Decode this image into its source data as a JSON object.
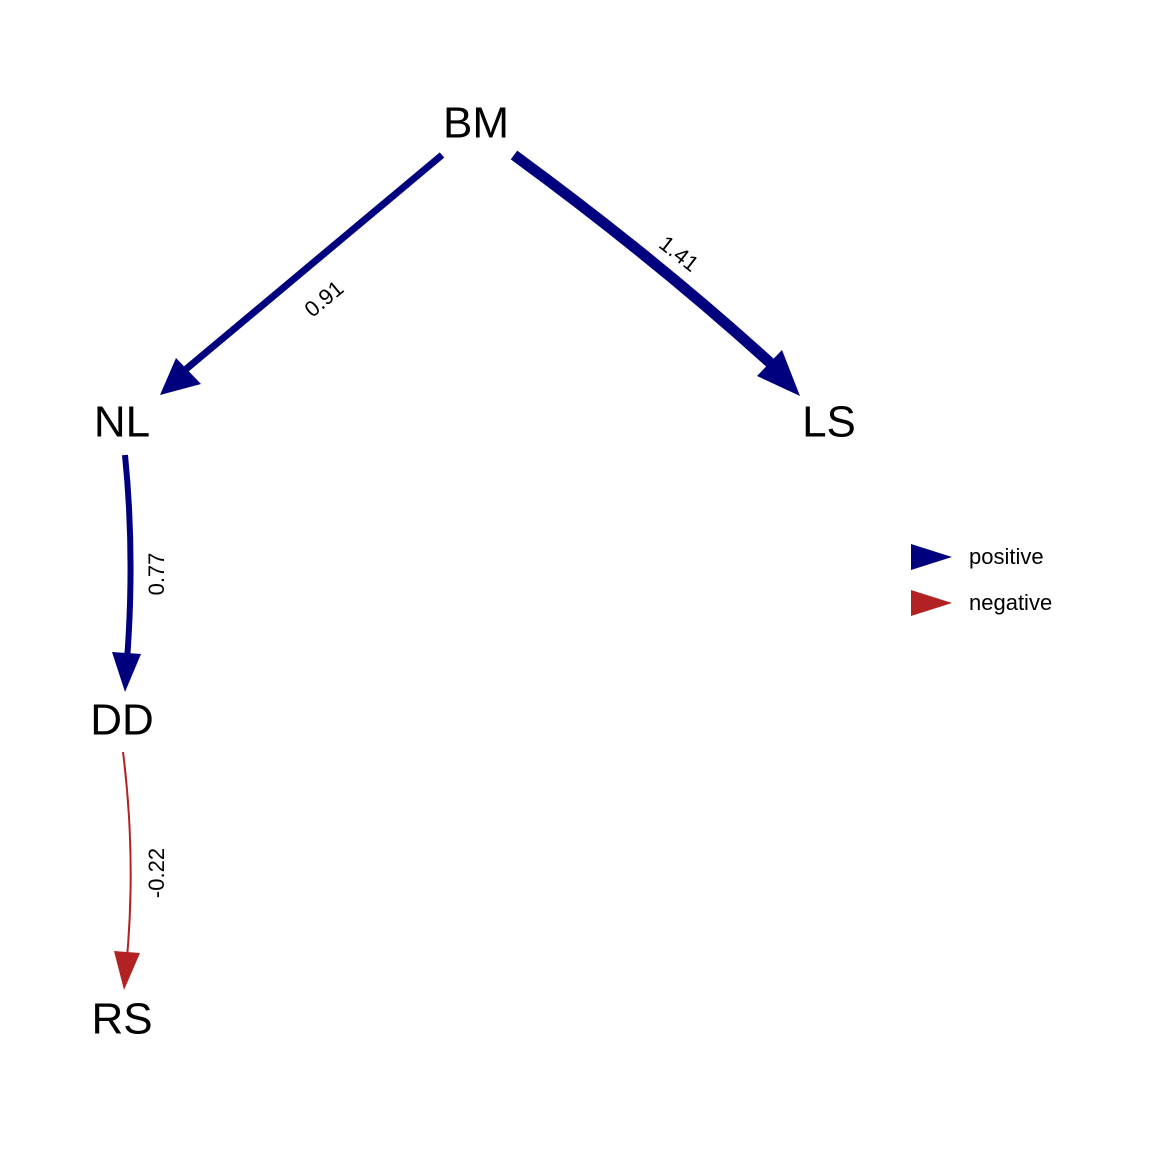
{
  "nodes": [
    {
      "id": "BM",
      "label": "BM"
    },
    {
      "id": "NL",
      "label": "NL"
    },
    {
      "id": "LS",
      "label": "LS"
    },
    {
      "id": "DD",
      "label": "DD"
    },
    {
      "id": "RS",
      "label": "RS"
    }
  ],
  "edges": [
    {
      "from": "BM",
      "to": "NL",
      "label": "0.91",
      "sign": "positive"
    },
    {
      "from": "BM",
      "to": "LS",
      "label": "1.41",
      "sign": "positive"
    },
    {
      "from": "NL",
      "to": "DD",
      "label": "0.77",
      "sign": "positive"
    },
    {
      "from": "DD",
      "to": "RS",
      "label": "-0.22",
      "sign": "negative"
    }
  ],
  "legend": [
    {
      "key": "positive",
      "label": "positive",
      "color": "#00007f"
    },
    {
      "key": "negative",
      "label": "negative",
      "color": "#b22222"
    }
  ]
}
